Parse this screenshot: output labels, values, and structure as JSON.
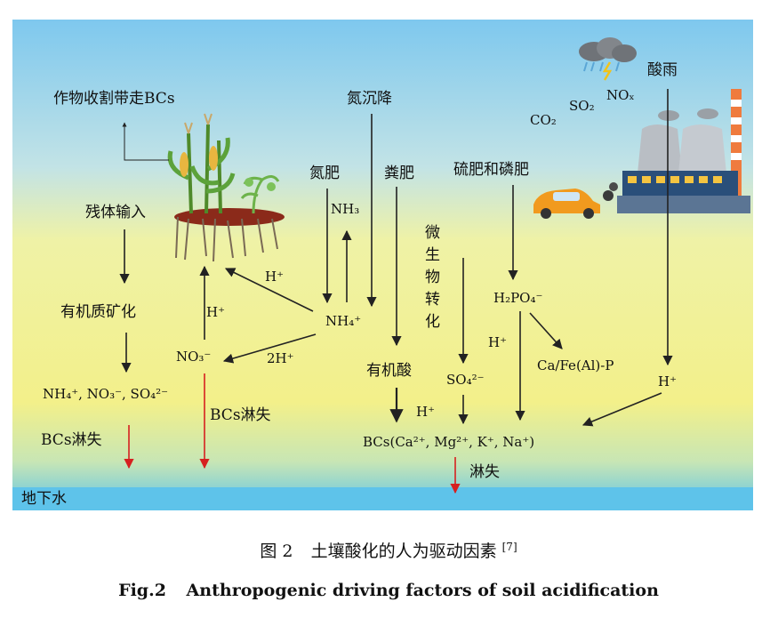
{
  "labels": {
    "crop_harvest": "作物收割带走BCs",
    "n_deposition": "氮沉降",
    "acid_rain": "酸雨",
    "co2": "CO₂",
    "so2": "SO₂",
    "nox": "NOₓ",
    "n_fertilizer": "氮肥",
    "manure": "粪肥",
    "s_p_fertilizer": "硫肥和磷肥",
    "nh3": "NH₃",
    "residue_input": "残体输入",
    "microbial_transform": "微生物转化",
    "h_plus_1": "H⁺",
    "h_plus_2": "H⁺",
    "h_plus_3": "H⁺",
    "h_plus_4": "H⁺",
    "h_plus_5": "H⁺",
    "nh4": "NH₄⁺",
    "two_h_plus": "2H⁺",
    "om_mineralization": "有机质矿化",
    "no3": "NO₃⁻",
    "h2po4": "H₂PO₄⁻",
    "ca_fe_al_p": "Ca/Fe(Al)-P",
    "organic_acid": "有机酸",
    "so4": "SO₄²⁻",
    "ions_list": "NH₄⁺, NO₃⁻, SO₄²⁻",
    "bcs_leach_left": "BCs淋失",
    "bcs_leach_mid": "BCs淋失",
    "bcs_cations": "BCs(Ca²⁺, Mg²⁺, K⁺, Na⁺)",
    "leach": "淋失",
    "groundwater": "地下水"
  },
  "caption": {
    "cn_prefix": "图 2",
    "cn_title": "土壤酸化的人为驱动因素",
    "cn_ref": "[7]",
    "en_prefix": "Fig.2",
    "en_title": "Anthropogenic driving factors of soil acidification"
  },
  "colors": {
    "sky_top": "#7ec8ee",
    "soil_mid": "#f3f08a",
    "groundwater": "#5ec3ea",
    "red_arrow": "#d62020",
    "black_arrow": "#222222"
  }
}
